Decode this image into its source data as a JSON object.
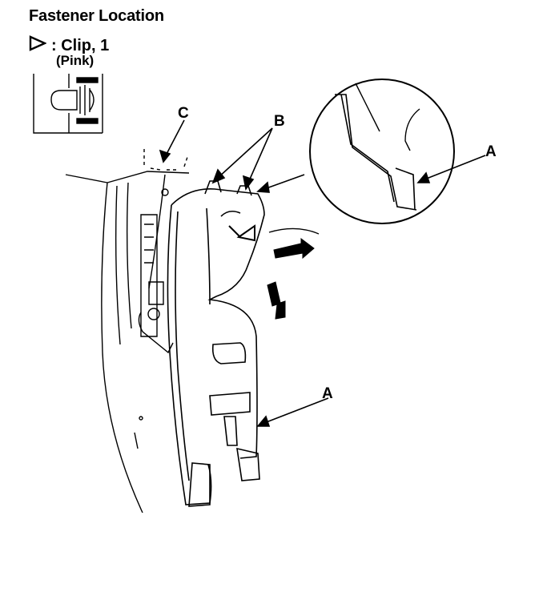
{
  "header": {
    "title": "Fastener Location"
  },
  "legend": {
    "symbol": "triangle-outline-icon",
    "clip_label": ": Clip, 1",
    "clip_color_label": "(Pink)"
  },
  "callouts": {
    "c": "C",
    "b": "B",
    "a_detail": "A",
    "a_main": "A"
  }
}
